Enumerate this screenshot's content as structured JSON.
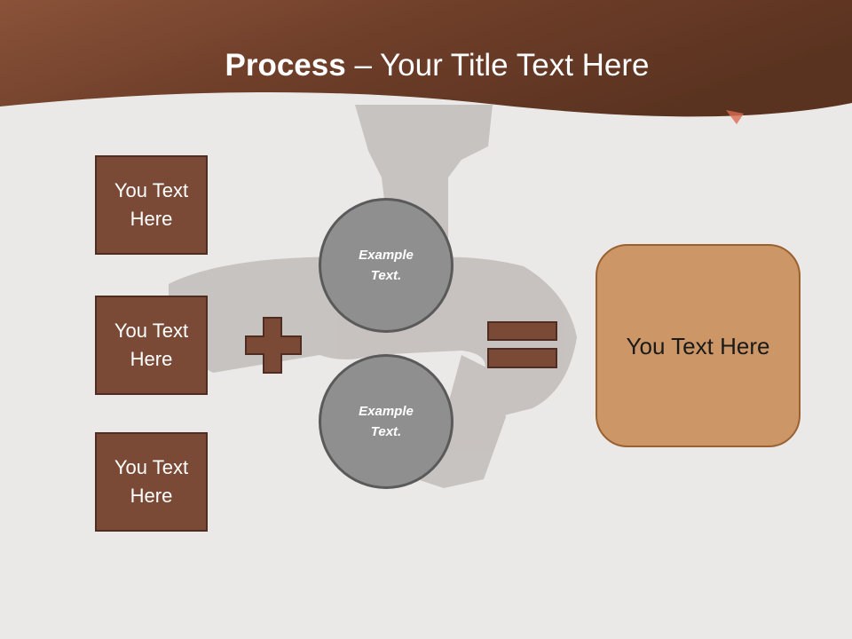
{
  "slide": {
    "title_bold": "Process",
    "title_rest": " – Your Title Text Here"
  },
  "inputs": [
    {
      "label": "You Text Here"
    },
    {
      "label": "You Text Here"
    },
    {
      "label": "You Text Here"
    }
  ],
  "examples": [
    {
      "label": "Example Text."
    },
    {
      "label": "Example Text."
    }
  ],
  "result": {
    "label": "You Text Here"
  },
  "colors": {
    "header": "#6f3f2a",
    "box_fill": "#7a4a37",
    "circle_fill": "#8f8f8f",
    "result_fill": "#cc9666",
    "background": "#ebe9e7"
  },
  "icons": {
    "operator_plus": "plus-icon",
    "operator_equals": "equals-icon"
  }
}
